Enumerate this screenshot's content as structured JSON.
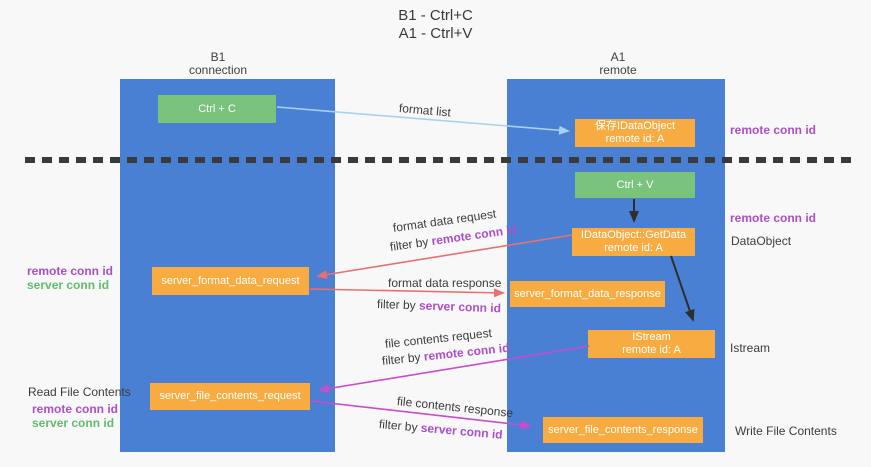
{
  "title": {
    "line1": "B1 - Ctrl+C",
    "line2": "A1 - Ctrl+V"
  },
  "columns": {
    "left": {
      "name": "B1",
      "role": "connection"
    },
    "right": {
      "name": "A1",
      "role": "remote"
    }
  },
  "nodes": {
    "ctrl_c": {
      "label": "Ctrl + C"
    },
    "ctrl_v": {
      "label": "Ctrl + V"
    },
    "save_dataobject": {
      "line1": "保存IDataObject",
      "line2": "remote id: A"
    },
    "getdata": {
      "line1": "IDataObject::GetData",
      "line2": "remote id: A"
    },
    "istream": {
      "line1": "IStream",
      "line2": "remote id: A"
    },
    "server_format_data_request": {
      "label": "server_format_data_request"
    },
    "server_format_data_response": {
      "label": "server_format_data_response"
    },
    "server_file_contents_request": {
      "label": "server_file_contents_request"
    },
    "server_file_contents_response": {
      "label": "server_file_contents_response"
    }
  },
  "side_labels": {
    "remote_conn_id_top": "remote conn id",
    "remote_conn_id_mid": "remote conn id",
    "dataobject": "DataObject",
    "istream": "Istream",
    "write_file_contents": "Write File Contents",
    "read_file_contents": "Read File Contents",
    "left_remote_conn_id_1": "remote conn id",
    "left_server_conn_id_1": "server conn id",
    "left_remote_conn_id_2": "remote conn id",
    "left_server_conn_id_2": "server conn id"
  },
  "edge_labels": {
    "format_list": "format list",
    "format_data_request": "format data request",
    "format_data_response": "format data response",
    "file_contents_request": "file contents request",
    "file_contents_response": "file contents response",
    "filter_by": "filter by ",
    "remote_conn_id": "remote conn id",
    "server_conn_id": "server conn id"
  },
  "colors": {
    "column_blue": "#4a80d4",
    "node_green": "#79c37d",
    "node_orange": "#f7ab40",
    "arrow_lightblue": "#a6d2f0",
    "arrow_red": "#e87070",
    "arrow_magenta": "#c94ccc",
    "arrow_black": "#2e2e2e",
    "text_purple": "#ab4fc8",
    "text_green": "#5fbe6a",
    "text_dark": "#3c3c3c"
  }
}
